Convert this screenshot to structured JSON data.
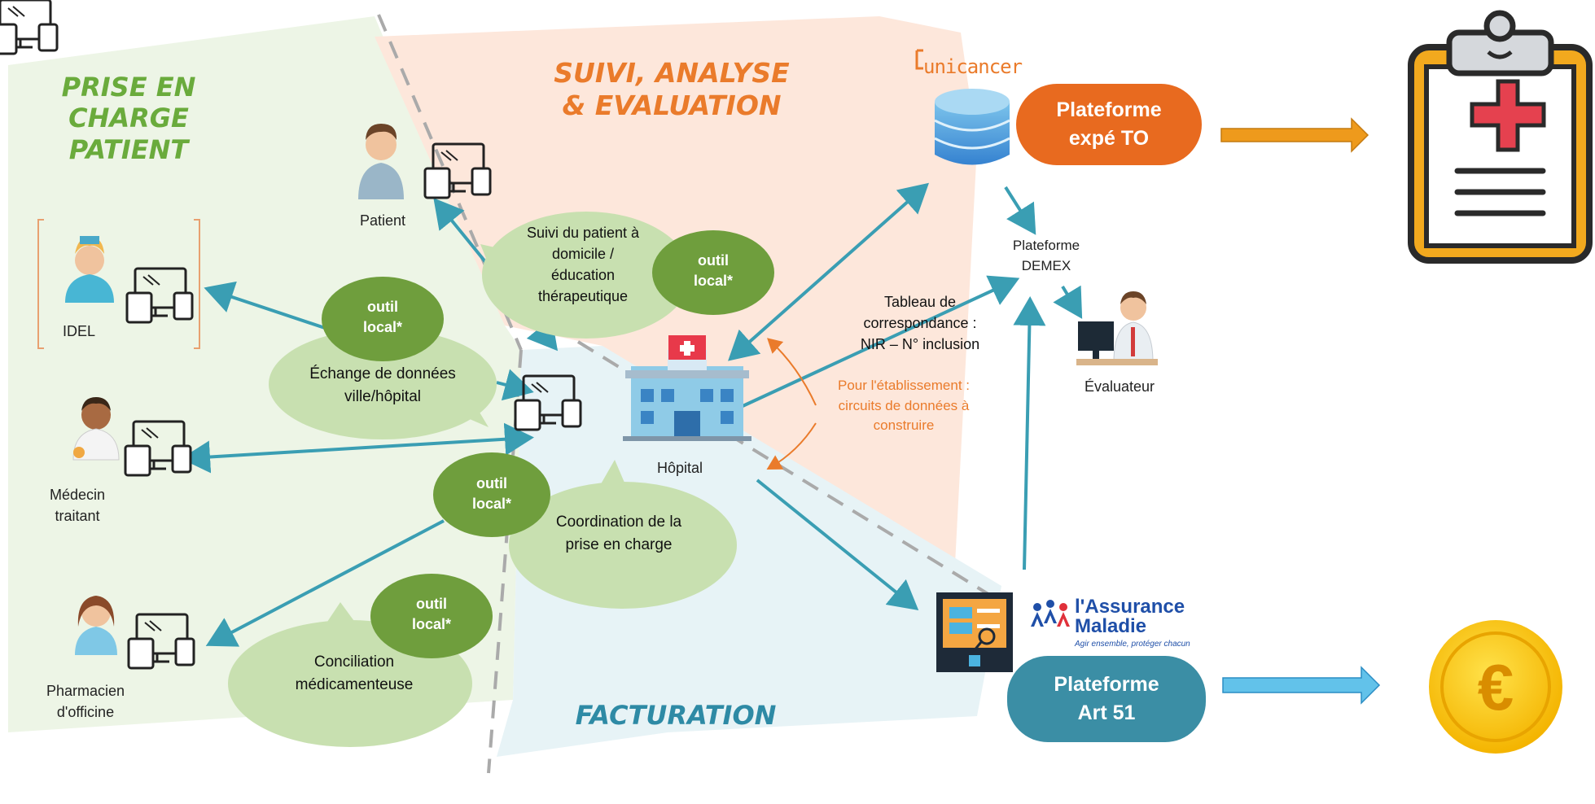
{
  "zones": {
    "prise_en_charge": "PRISE EN\nCHARGE PATIENT",
    "suivi": "SUIVI, ANALYSE\n& EVALUATION",
    "facturation": "FACTURATION"
  },
  "actors": {
    "patient": "Patient",
    "idel": "IDEL",
    "medecin": "Médecin\ntraitant",
    "pharmacien": "Pharmacien\nd'officine",
    "hopital": "Hôpital",
    "evaluateur": "Évaluateur"
  },
  "bubbles": {
    "suivi_patient": "Suivi du patient à\ndomicile /\néducation\nthérapeutique",
    "echange": "Échange de données\nville/hôpital",
    "coordination": "Coordination de la\nprise en charge",
    "conciliation": "Conciliation\nmédicamenteuse"
  },
  "outil_label": "outil\nlocal*",
  "platforms": {
    "unicancer_logo": "unicancer",
    "expe_to": "Plateforme\nexpé TO",
    "demex": "Plateforme\nDEMEX",
    "art51": "Plateforme\nArt 51",
    "assurance_title": "l'Assurance\nMaladie",
    "assurance_tagline": "Agir ensemble, protéger chacun"
  },
  "notes": {
    "tableau": "Tableau de\ncorrespondance :\nNIR – N° inclusion",
    "circuits": "Pour l'établissement :\ncircuits de données à\nconstruire"
  },
  "colors": {
    "green_zone": "#edf5e6",
    "peach_zone": "#fde8dc",
    "blue_zone": "#e6f3f7",
    "green_title": "#6aab3c",
    "orange_title": "#ea7b2b",
    "blue_title": "#2e8aa5",
    "outil_green": "#6f9e3d",
    "bubble_green": "#c8e0b0",
    "arrow_teal": "#3a9eb3",
    "orange_pill": "#e86a1f",
    "teal_pill": "#3b8ea5"
  },
  "icons": [
    "clipboard-medical-icon",
    "euro-coin-icon",
    "database-icon",
    "hospital-icon",
    "devices-icon",
    "monitor-search-icon"
  ]
}
